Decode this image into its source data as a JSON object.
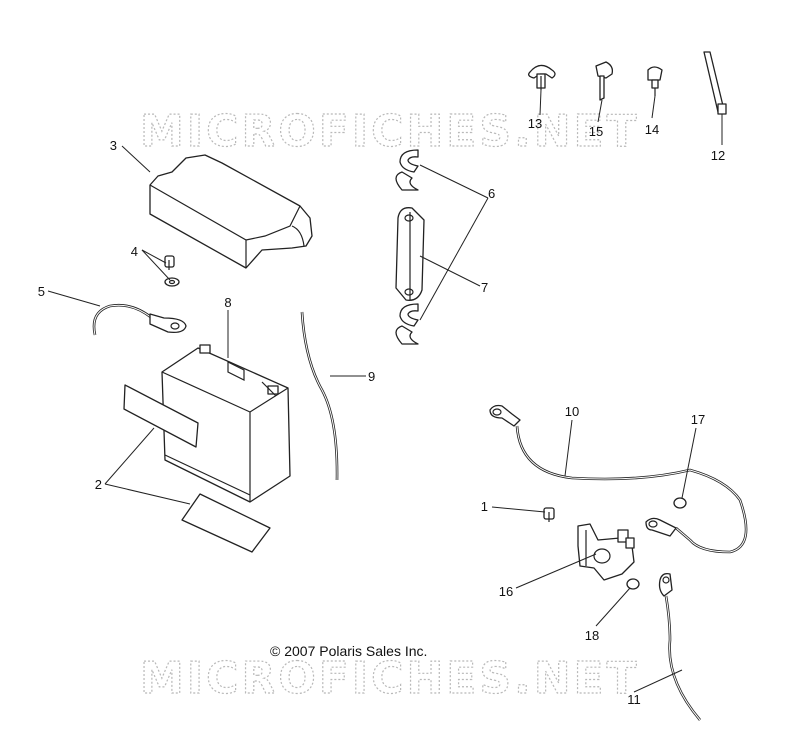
{
  "watermark": "MICROFICHES.NET",
  "copyright": "© 2007 Polaris Sales Inc.",
  "callouts": [
    "1",
    "2",
    "3",
    "4",
    "5",
    "6",
    "7",
    "8",
    "9",
    "10",
    "11",
    "12",
    "13",
    "14",
    "15",
    "16",
    "17",
    "18"
  ]
}
